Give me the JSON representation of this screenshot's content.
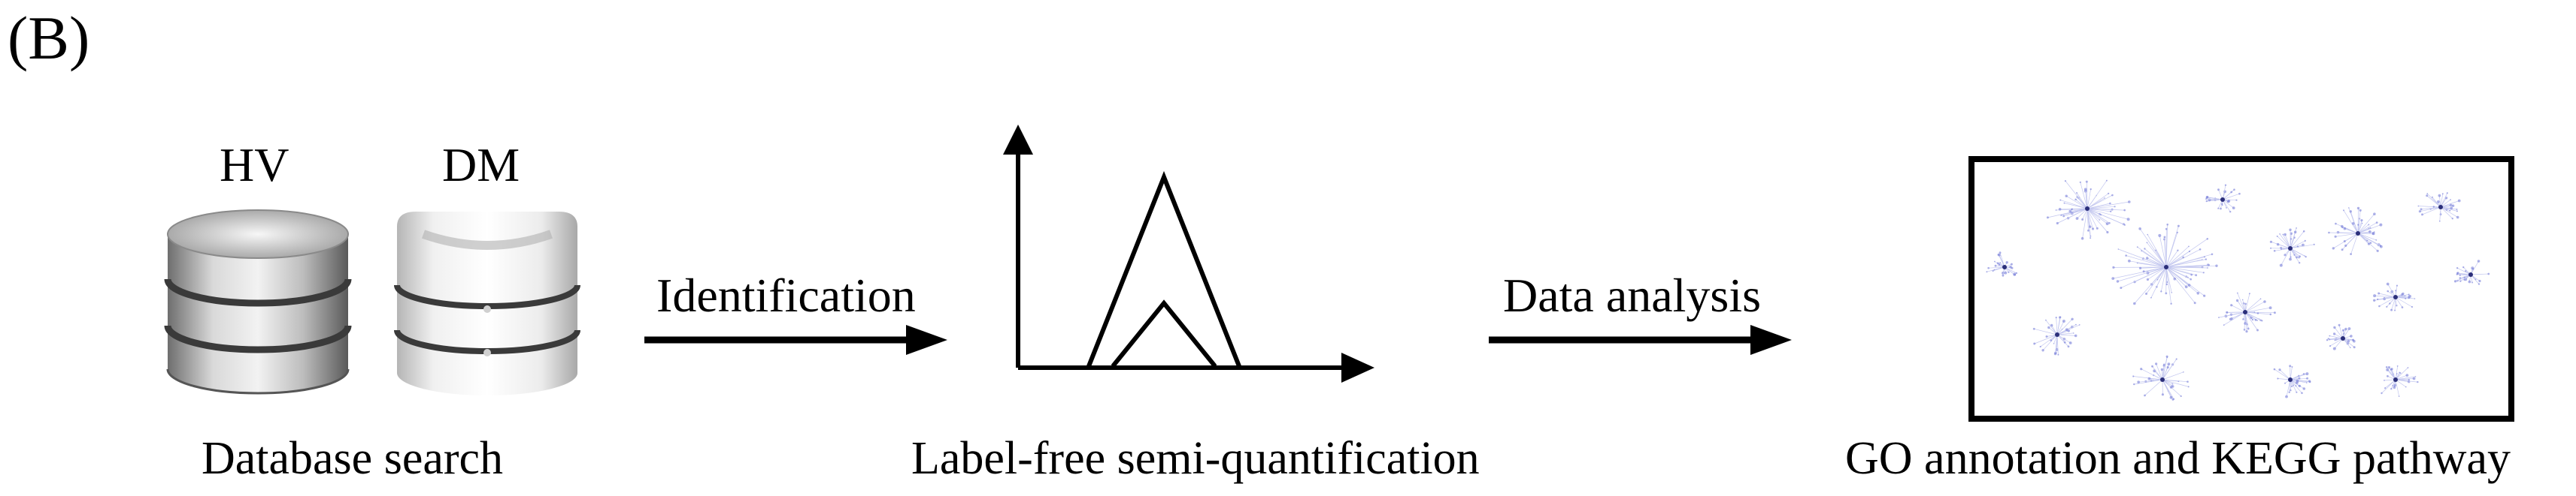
{
  "panel_label": "(B)",
  "databases": [
    {
      "label": "HV"
    },
    {
      "label": "DM"
    }
  ],
  "arrows": [
    {
      "label": "Identification"
    },
    {
      "label": "Data analysis"
    }
  ],
  "captions": {
    "database_search": "Database search",
    "quantification": "Label-free semi-quantification",
    "annotation": "GO annotation and KEGG pathway"
  },
  "colors": {
    "network_node": "#6b73d6",
    "network_edge": "#c3c7ef",
    "arrow": "#000000"
  },
  "icons": {
    "hv": "database-cylinder-icon",
    "dm": "database-cylinder-icon"
  }
}
